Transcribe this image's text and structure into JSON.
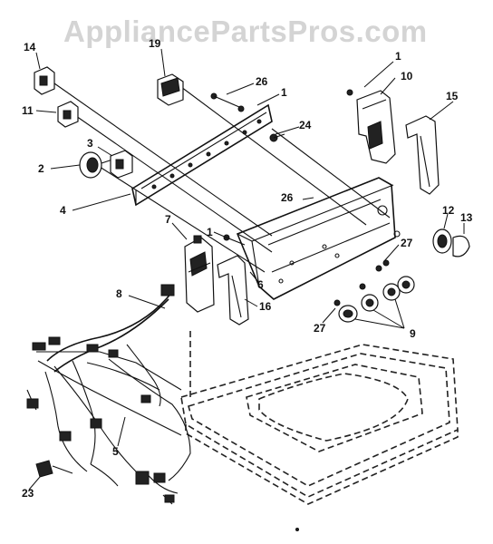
{
  "watermark": "AppliancePartsPros.com",
  "callouts": [
    "14",
    "19",
    "26",
    "1",
    "1",
    "10",
    "15",
    "11",
    "24",
    "3",
    "2",
    "4",
    "26",
    "12",
    "13",
    "7",
    "1",
    "27",
    "8",
    "6",
    "16",
    "27",
    "9",
    "5",
    "23"
  ]
}
